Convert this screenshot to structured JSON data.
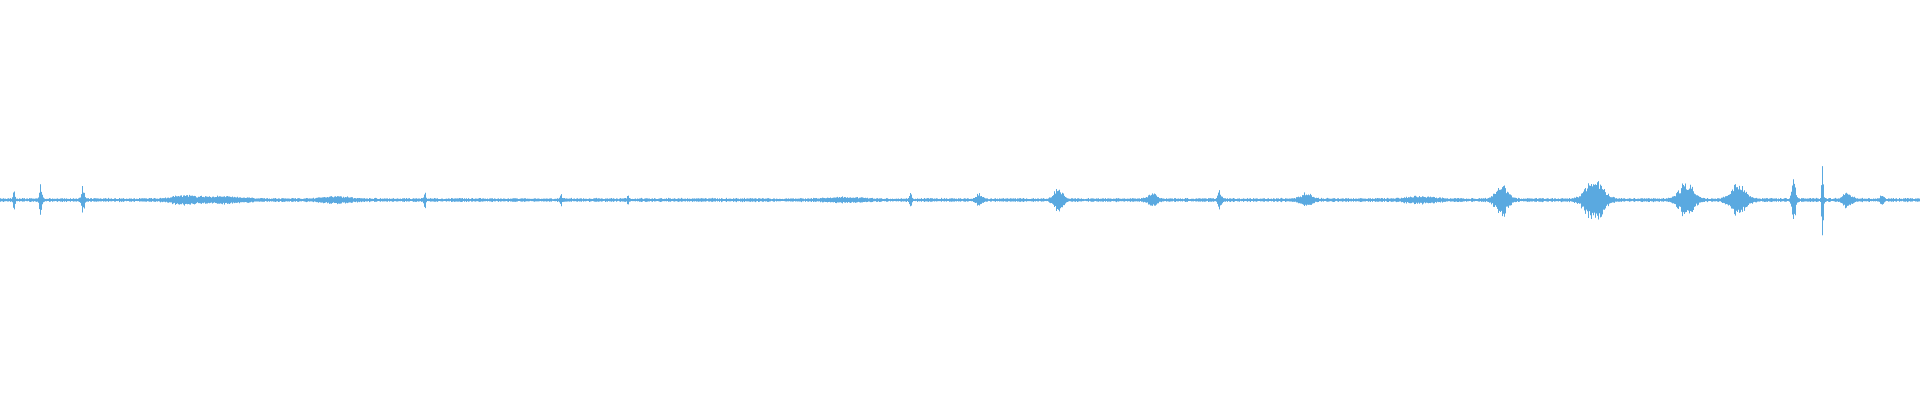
{
  "waveform": {
    "color": "#5aa9e0",
    "background": "#ffffff",
    "bursts": [
      {
        "t": 0.007,
        "amp": 0.07,
        "spread": 0.0006
      },
      {
        "t": 0.021,
        "amp": 0.09,
        "spread": 0.0008
      },
      {
        "t": 0.043,
        "amp": 0.08,
        "spread": 0.001
      },
      {
        "t": 0.095,
        "amp": 0.02,
        "spread": 0.008
      },
      {
        "t": 0.115,
        "amp": 0.015,
        "spread": 0.015
      },
      {
        "t": 0.175,
        "amp": 0.015,
        "spread": 0.01
      },
      {
        "t": 0.221,
        "amp": 0.05,
        "spread": 0.0006
      },
      {
        "t": 0.292,
        "amp": 0.03,
        "spread": 0.0006
      },
      {
        "t": 0.327,
        "amp": 0.025,
        "spread": 0.0006
      },
      {
        "t": 0.441,
        "amp": 0.01,
        "spread": 0.01
      },
      {
        "t": 0.474,
        "amp": 0.04,
        "spread": 0.0008
      },
      {
        "t": 0.51,
        "amp": 0.03,
        "spread": 0.002
      },
      {
        "t": 0.551,
        "amp": 0.06,
        "spread": 0.003
      },
      {
        "t": 0.6,
        "amp": 0.035,
        "spread": 0.003
      },
      {
        "t": 0.635,
        "amp": 0.06,
        "spread": 0.001
      },
      {
        "t": 0.68,
        "amp": 0.03,
        "spread": 0.004
      },
      {
        "t": 0.74,
        "amp": 0.015,
        "spread": 0.01
      },
      {
        "t": 0.782,
        "amp": 0.09,
        "spread": 0.004
      },
      {
        "t": 0.83,
        "amp": 0.12,
        "spread": 0.006
      },
      {
        "t": 0.878,
        "amp": 0.09,
        "spread": 0.005
      },
      {
        "t": 0.905,
        "amp": 0.09,
        "spread": 0.005
      },
      {
        "t": 0.934,
        "amp": 0.14,
        "spread": 0.0012
      },
      {
        "t": 0.949,
        "amp": 0.22,
        "spread": 0.0006
      },
      {
        "t": 0.962,
        "amp": 0.04,
        "spread": 0.003
      },
      {
        "t": 0.98,
        "amp": 0.03,
        "spread": 0.001
      }
    ],
    "baseline_noise": 0.006
  }
}
